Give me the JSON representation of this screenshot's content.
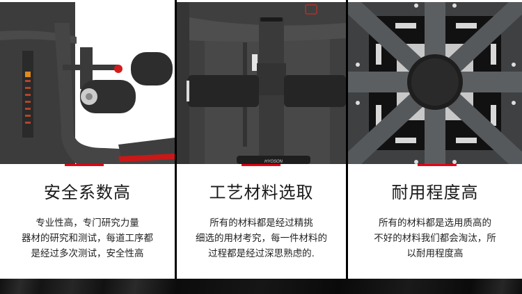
{
  "accent_color": "#e60012",
  "panels": [
    {
      "image_alt": "Leg extension machine with padded rollers and weight stack",
      "title": "安全系数高",
      "lines": [
        "专业性高，专门研究力量",
        "器材的研究和测试，每道工序都",
        "是经过多次测试，安全性高"
      ]
    },
    {
      "image_alt": "Front view of machine with padded roller bars and brand plate",
      "brand_plate": "HYOSON",
      "title": "工艺材料选取",
      "lines": [
        "所有的材料都是经过精挑",
        "细选的用材考究，每一件材料的",
        "过程都是经过深思熟虑的."
      ]
    },
    {
      "image_alt": "Close-up of steel frame cross structure with center hub",
      "title": "耐用程度高",
      "lines": [
        "所有的材料都是选用质高的",
        "不好的材料我们都会淘汰，所",
        "以耐用程度高"
      ]
    }
  ]
}
